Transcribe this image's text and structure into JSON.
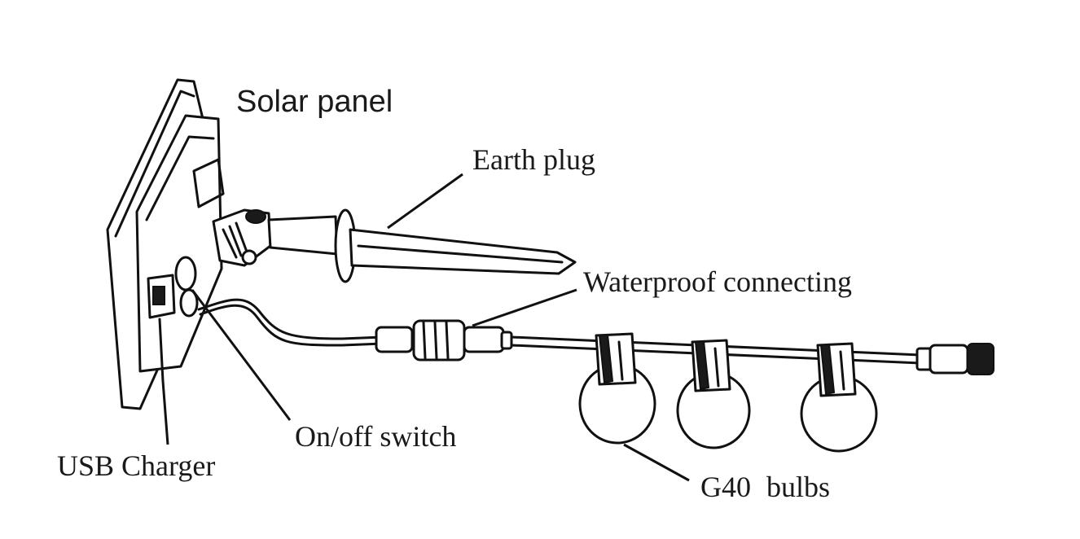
{
  "labels": {
    "solar_panel": "Solar panel",
    "earth_plug": "Earth plug",
    "waterproof_connecting": "Waterproof connecting",
    "on_off_switch": "On/off switch",
    "usb_charger": "USB Charger",
    "g40_bulbs": "G40  bulbs"
  },
  "colors": {
    "line": "#111111",
    "background": "#ffffff"
  }
}
